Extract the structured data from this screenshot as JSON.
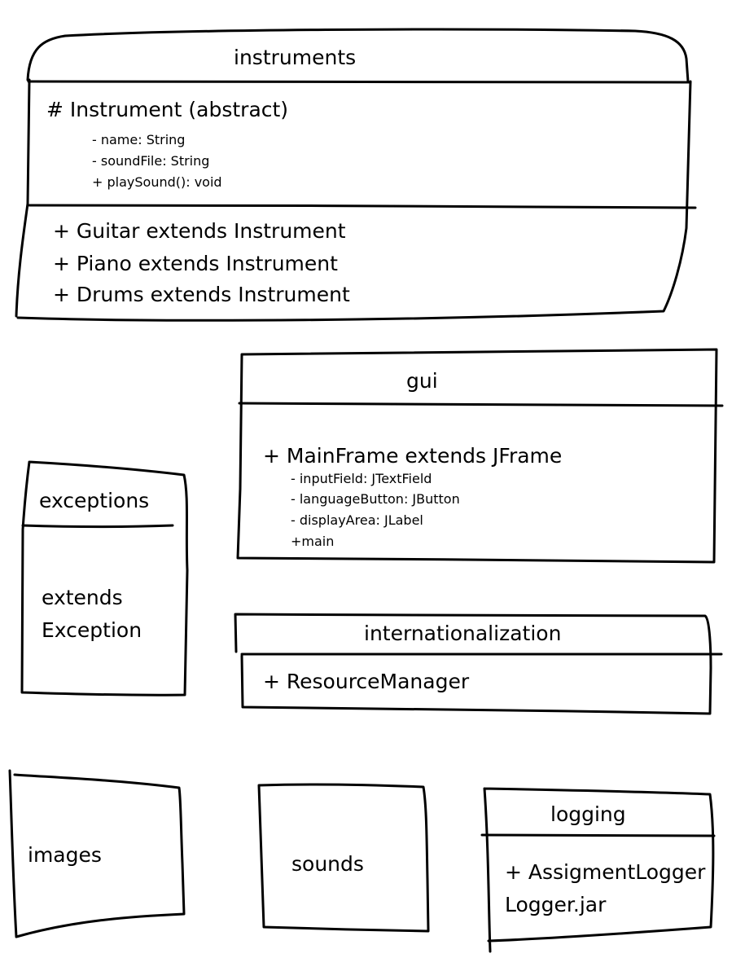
{
  "packages": {
    "instruments": {
      "title": "instruments",
      "abstract_class": "# Instrument (abstract)",
      "members": [
        "- name: String",
        "- soundFile: String",
        "+ playSound(): void"
      ],
      "subclasses": [
        "+ Guitar extends Instrument",
        "+ Piano extends Instrument",
        "+ Drums extends Instrument"
      ]
    },
    "gui": {
      "title": "gui",
      "class_name": "+ MainFrame extends JFrame",
      "members": [
        "- inputField: JTextField",
        "- languageButton: JButton",
        "- displayArea: JLabel",
        "+main"
      ]
    },
    "exceptions": {
      "title": "exceptions",
      "body": [
        "extends",
        "Exception"
      ]
    },
    "internationalization": {
      "title": "internationalization",
      "class_name": "+ ResourceManager"
    },
    "images": {
      "title": "images"
    },
    "sounds": {
      "title": "sounds"
    },
    "logging": {
      "title": "logging",
      "lines": [
        "+ AssigmentLogger",
        "Logger.jar"
      ]
    }
  }
}
